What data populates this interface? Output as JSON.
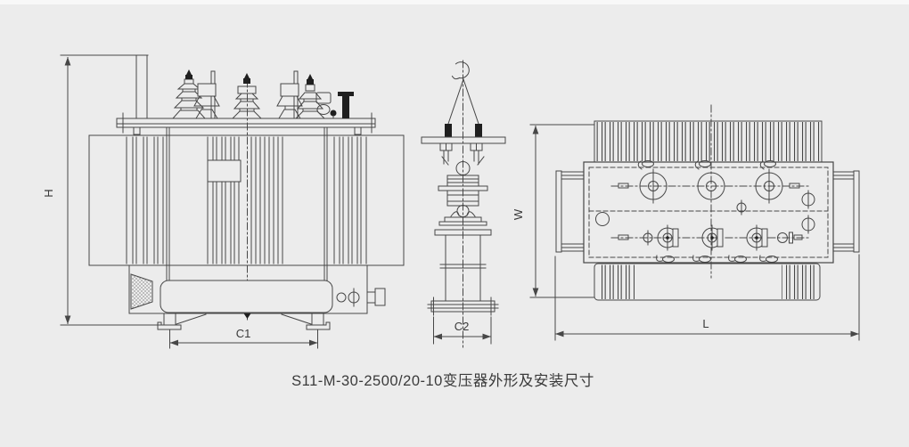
{
  "caption": "S11-M-30-2500/20-10变压器外形及安装尺寸",
  "dimensions": {
    "height": "H",
    "front_foot_span": "C1",
    "side_foot_span": "C2",
    "width": "W",
    "length": "L"
  },
  "colors": {
    "background": "#ececec",
    "line": "#474747",
    "dark_fill": "#1f1f1f"
  }
}
